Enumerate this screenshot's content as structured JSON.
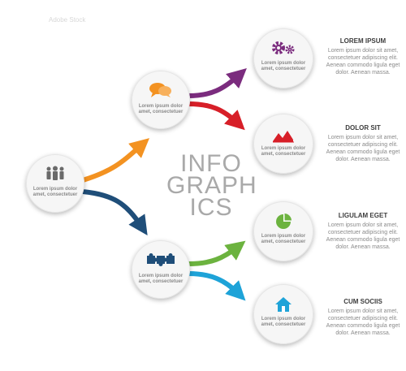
{
  "title_lines": [
    "INFO",
    "GRAPH",
    "ICS"
  ],
  "placeholder": "Lorem ipsum dolor amet, consectetuer",
  "nodes": [
    {
      "text": "Lorem ipsum dolor amet, consectetuer",
      "icon": "people-icon",
      "color": "#6a6a6a"
    },
    {
      "text": "Lorem ipsum dolor amet, consectetuer",
      "icon": "speech-bubbles-icon",
      "color": "#f39221"
    },
    {
      "text": "Lorem ipsum dolor amet, consectetuer",
      "icon": "puzzle-icon",
      "color": "#1f4e79"
    },
    {
      "text": "Lorem ipsum dolor amet, consectetuer",
      "icon": "gears-icon",
      "color": "#7b2c7e"
    },
    {
      "text": "Lorem ipsum dolor amet, consectetuer",
      "icon": "line-chart-icon",
      "color": "#d71f28"
    },
    {
      "text": "Lorem ipsum dolor amet, consectetuer",
      "icon": "pie-chart-icon",
      "color": "#6cb33f"
    },
    {
      "text": "Lorem ipsum dolor amet, consectetuer",
      "icon": "home-icon",
      "color": "#1ea3d8"
    }
  ],
  "labels": [
    {
      "title": "LOREM IPSUM",
      "body": "Lorem ipsum dolor sit amet, consectetuer adipiscing elit. Aenean commodo ligula eget dolor. Aenean massa."
    },
    {
      "title": "DOLOR SIT",
      "body": "Lorem ipsum dolor sit amet, consectetuer adipiscing elit. Aenean commodo ligula eget dolor. Aenean massa."
    },
    {
      "title": "LIGULAM EGET",
      "body": "Lorem ipsum dolor sit amet, consectetuer adipiscing elit. Aenean commodo ligula eget dolor. Aenean massa."
    },
    {
      "title": "CUM SOCIIS",
      "body": "Lorem ipsum dolor sit amet, consectetuer adipiscing elit. Aenean commodo ligula eget dolor. Aenean massa."
    }
  ],
  "arrow_colors": {
    "orange": "#f39221",
    "navy": "#1f4e79",
    "purple": "#7b2c7e",
    "red": "#d71f28",
    "green": "#6cb33f",
    "blue": "#1ea3d8"
  },
  "stock_id": "#427179784",
  "watermark": "Adobe Stock"
}
